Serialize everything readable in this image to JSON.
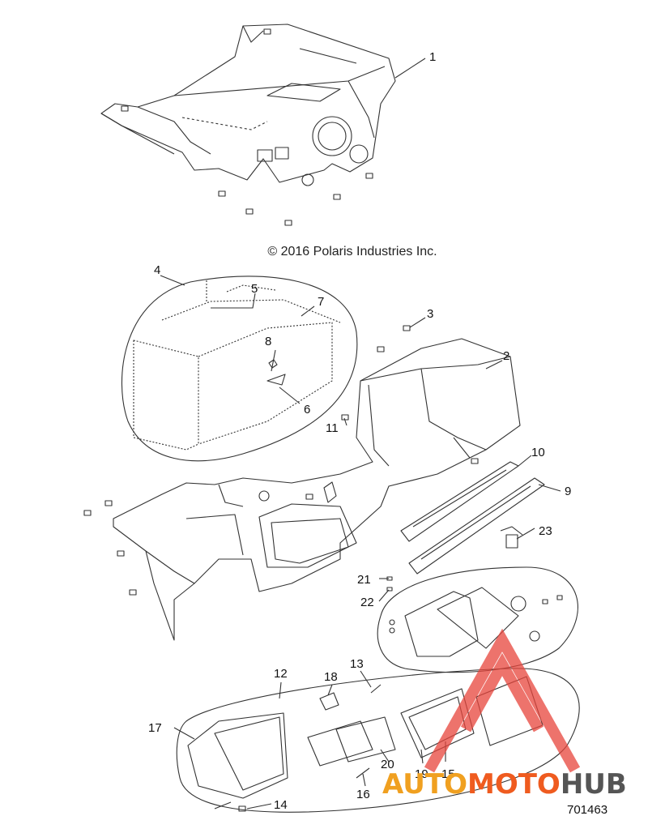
{
  "copyright": "© 2016 Polaris Industries Inc.",
  "plate_number": "701463",
  "watermark": {
    "part1": "AUTO",
    "part2": "MOTO",
    "part3": "HUB"
  },
  "callouts": [
    "1",
    "2",
    "3",
    "4",
    "5",
    "6",
    "7",
    "8",
    "9",
    "10",
    "11",
    "12",
    "13",
    "14",
    "15",
    "16",
    "17",
    "18",
    "19",
    "20",
    "21",
    "22",
    "23"
  ],
  "colors": {
    "line": "#333333",
    "wm_orange": "#f0a020",
    "wm_red": "#ef5b1f",
    "wm_gray": "#555555",
    "wm_triangle": "#e8453c"
  }
}
